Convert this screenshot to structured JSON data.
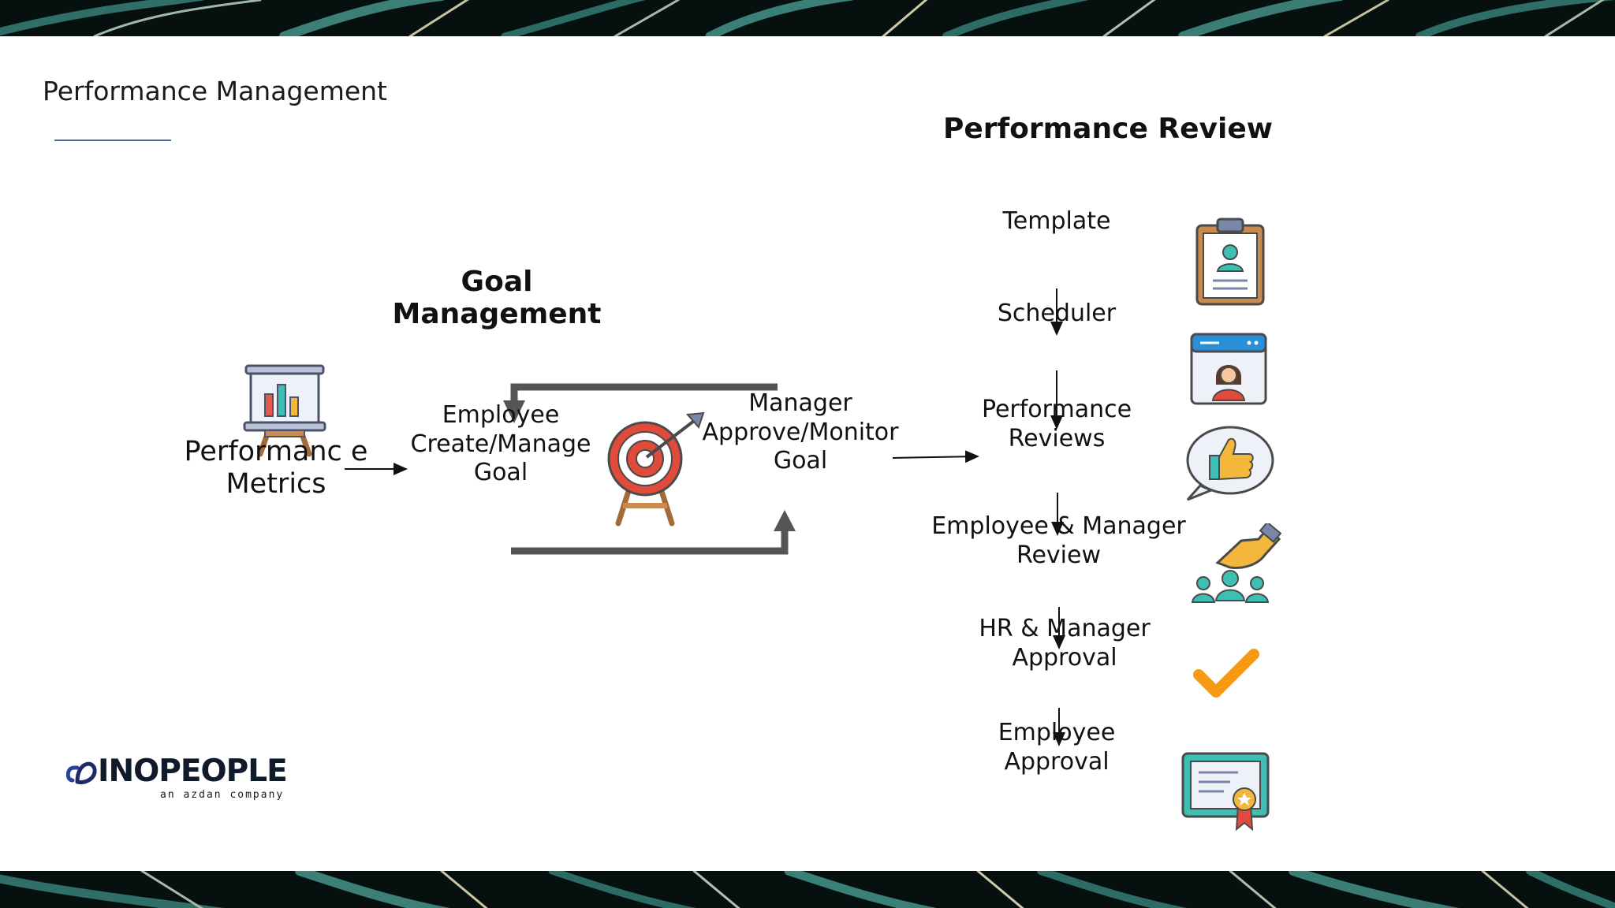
{
  "slide": {
    "title": "Performance Management"
  },
  "goal_management": {
    "heading": "Goal Management",
    "metrics_label": "Performanc e Metrics",
    "employee_step": "Employee Create/Manage Goal",
    "manager_step": "Manager Approve/Monitor Goal"
  },
  "performance_review": {
    "heading": "Performance Review",
    "steps": [
      {
        "label": "Template",
        "icon": "clipboard-profile-icon"
      },
      {
        "label": "Scheduler",
        "icon": "browser-profile-icon"
      },
      {
        "label": "Performance Reviews",
        "icon": "thumbs-up-bubble-icon"
      },
      {
        "label": "Employee & Manager Review",
        "icon": "team-hand-icon"
      },
      {
        "label": "HR & Manager Approval",
        "icon": "checkmark-icon"
      },
      {
        "label": "Employee Approval",
        "icon": "certificate-icon"
      }
    ]
  },
  "logo": {
    "name": "INOPEOPLE",
    "tagline": "an azdan company"
  },
  "colors": {
    "loop_arrow": "#555555",
    "check": "#f59a12",
    "target_red": "#e04b3c",
    "teal": "#3fbfb4",
    "background": "#ffffff"
  }
}
